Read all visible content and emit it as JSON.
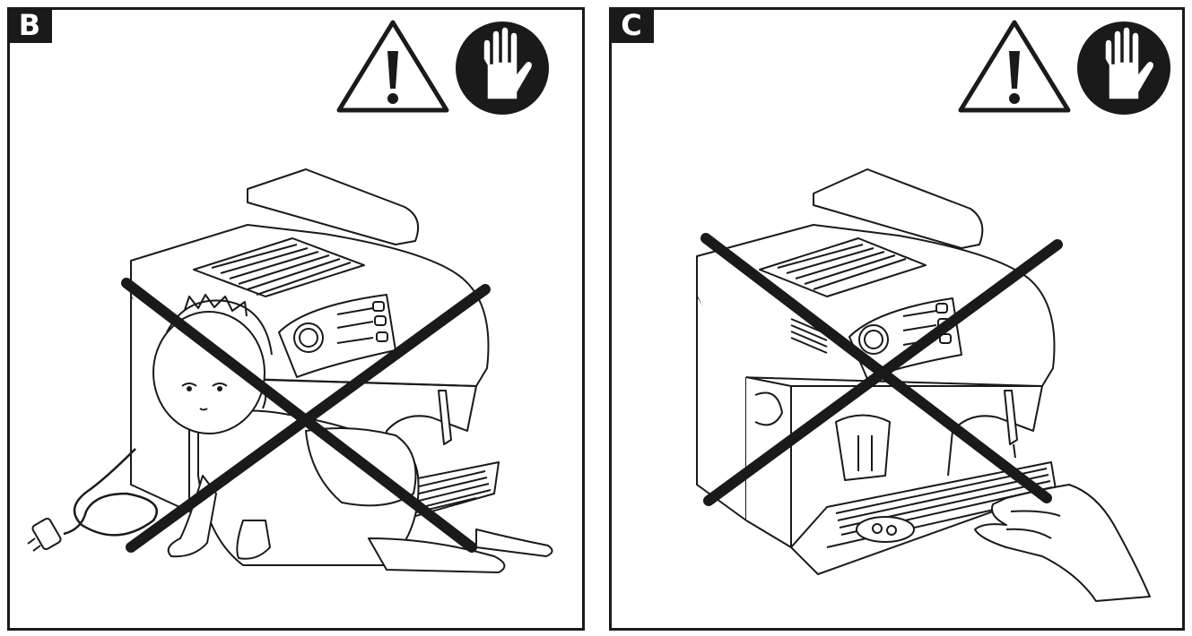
{
  "panels": [
    {
      "id": "B",
      "label": "B"
    },
    {
      "id": "C",
      "label": "C"
    }
  ],
  "icons": {
    "warning": "warning-triangle-icon",
    "prohibited": "stop-hand-icon"
  },
  "colors": {
    "ink": "#1a1a1a",
    "background": "#ffffff"
  }
}
